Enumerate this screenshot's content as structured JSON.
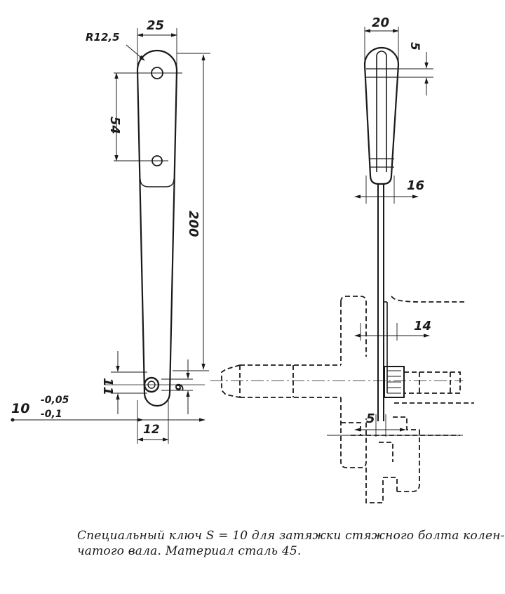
{
  "dimensions": {
    "radius": "R12,5",
    "width_25": "25",
    "hole_spacing_54": "54",
    "length_200": "200",
    "dim_11": "11",
    "dim_6": "6",
    "tol_nominal": "10",
    "tol_upper": "-0,05",
    "tol_lower": "-0,1",
    "dim_12": "12",
    "width_20": "20",
    "dim_5_top": "5",
    "dim_16": "16",
    "dim_14": "14",
    "dim_5_bottom": "5"
  },
  "caption": {
    "line1": "Специальный ключ S = 10 для затяжки стяжного болта колен-",
    "line2": "чатого вала. Материал сталь 45."
  }
}
